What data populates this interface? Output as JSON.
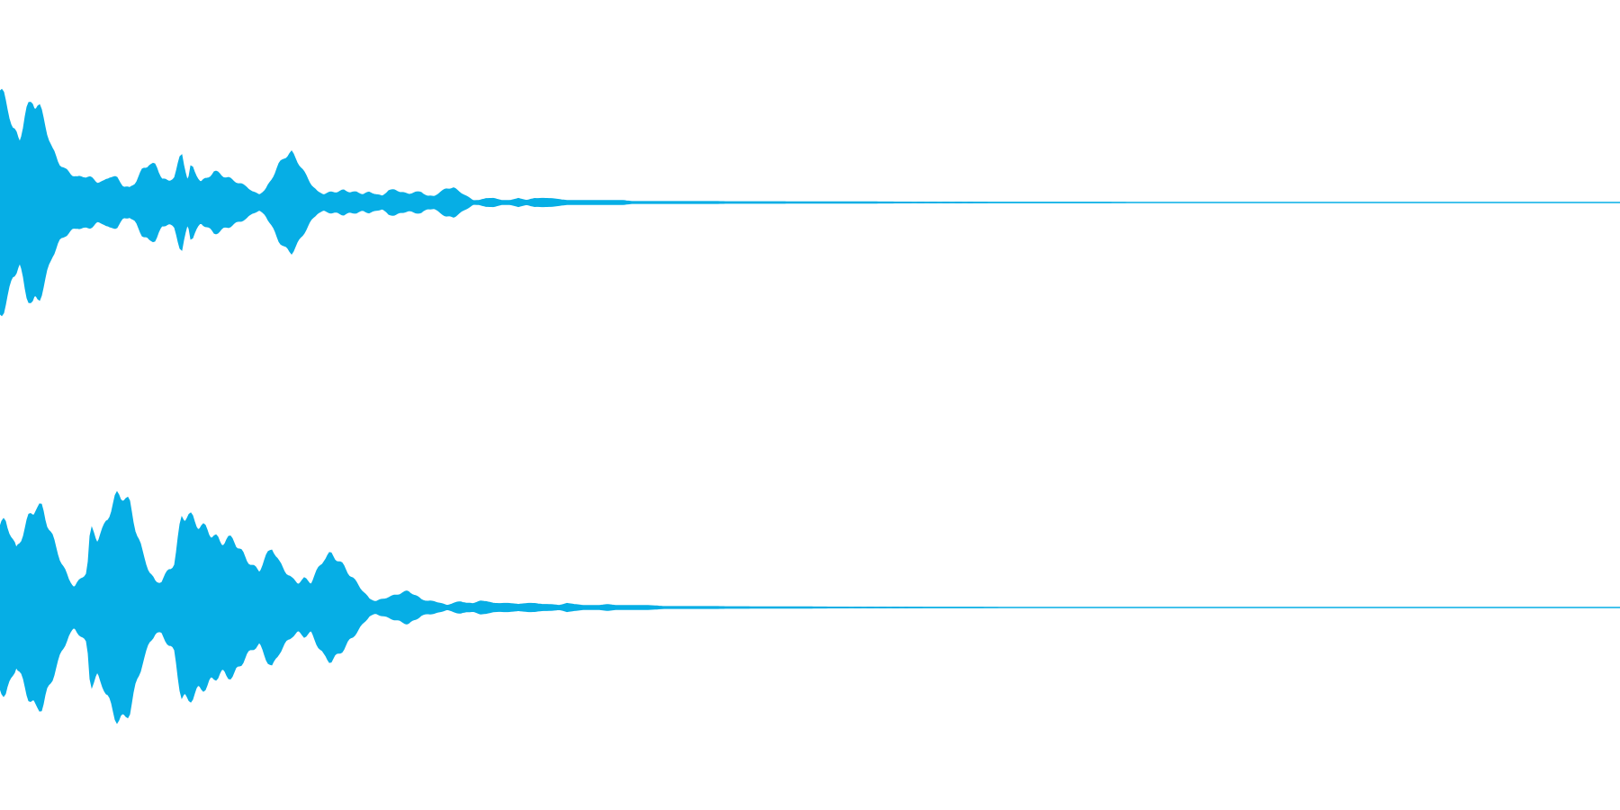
{
  "waveform": {
    "color": "#06aee5",
    "background": "#ffffff",
    "duration_fraction_visible": 1.0,
    "channels": [
      {
        "name": "",
        "envelope": [
          [
            0.0,
            0.55
          ],
          [
            0.002,
            0.52
          ],
          [
            0.005,
            0.46
          ],
          [
            0.008,
            0.36
          ],
          [
            0.012,
            0.3
          ],
          [
            0.016,
            0.44
          ],
          [
            0.02,
            0.5
          ],
          [
            0.024,
            0.47
          ],
          [
            0.028,
            0.38
          ],
          [
            0.032,
            0.26
          ],
          [
            0.036,
            0.2
          ],
          [
            0.04,
            0.16
          ],
          [
            0.044,
            0.14
          ],
          [
            0.048,
            0.12
          ],
          [
            0.052,
            0.13
          ],
          [
            0.056,
            0.12
          ],
          [
            0.06,
            0.1
          ],
          [
            0.064,
            0.1
          ],
          [
            0.068,
            0.13
          ],
          [
            0.072,
            0.12
          ],
          [
            0.076,
            0.08
          ],
          [
            0.08,
            0.07
          ],
          [
            0.084,
            0.1
          ],
          [
            0.088,
            0.16
          ],
          [
            0.092,
            0.19
          ],
          [
            0.096,
            0.18
          ],
          [
            0.1,
            0.12
          ],
          [
            0.104,
            0.1
          ],
          [
            0.108,
            0.13
          ],
          [
            0.112,
            0.24
          ],
          [
            0.116,
            0.1
          ],
          [
            0.118,
            0.18
          ],
          [
            0.12,
            0.15
          ],
          [
            0.124,
            0.1
          ],
          [
            0.128,
            0.12
          ],
          [
            0.132,
            0.15
          ],
          [
            0.136,
            0.14
          ],
          [
            0.14,
            0.12
          ],
          [
            0.144,
            0.11
          ],
          [
            0.148,
            0.09
          ],
          [
            0.152,
            0.08
          ],
          [
            0.156,
            0.05
          ],
          [
            0.16,
            0.04
          ],
          [
            0.164,
            0.06
          ],
          [
            0.168,
            0.12
          ],
          [
            0.172,
            0.18
          ],
          [
            0.176,
            0.23
          ],
          [
            0.18,
            0.24
          ],
          [
            0.184,
            0.2
          ],
          [
            0.188,
            0.14
          ],
          [
            0.192,
            0.09
          ],
          [
            0.196,
            0.05
          ],
          [
            0.2,
            0.04
          ],
          [
            0.204,
            0.05
          ],
          [
            0.208,
            0.05
          ],
          [
            0.212,
            0.06
          ],
          [
            0.216,
            0.05
          ],
          [
            0.22,
            0.05
          ],
          [
            0.224,
            0.04
          ],
          [
            0.228,
            0.05
          ],
          [
            0.232,
            0.04
          ],
          [
            0.236,
            0.03
          ],
          [
            0.24,
            0.06
          ],
          [
            0.244,
            0.06
          ],
          [
            0.248,
            0.05
          ],
          [
            0.252,
            0.04
          ],
          [
            0.256,
            0.05
          ],
          [
            0.26,
            0.05
          ],
          [
            0.264,
            0.03
          ],
          [
            0.268,
            0.03
          ],
          [
            0.272,
            0.05
          ],
          [
            0.276,
            0.07
          ],
          [
            0.28,
            0.07
          ],
          [
            0.284,
            0.05
          ],
          [
            0.288,
            0.03
          ],
          [
            0.292,
            0.01
          ],
          [
            0.296,
            0.01
          ],
          [
            0.3,
            0.02
          ],
          [
            0.305,
            0.02
          ],
          [
            0.31,
            0.01
          ],
          [
            0.315,
            0.01
          ],
          [
            0.32,
            0.02
          ],
          [
            0.325,
            0.01
          ],
          [
            0.33,
            0.02
          ],
          [
            0.335,
            0.02
          ],
          [
            0.34,
            0.02
          ],
          [
            0.345,
            0.015
          ],
          [
            0.35,
            0.01
          ],
          [
            0.355,
            0.01
          ],
          [
            0.36,
            0.01
          ],
          [
            0.365,
            0.01
          ],
          [
            0.37,
            0.01
          ],
          [
            0.375,
            0.01
          ],
          [
            0.38,
            0.01
          ],
          [
            0.385,
            0.01
          ],
          [
            0.39,
            0.005
          ],
          [
            0.395,
            0.005
          ],
          [
            0.4,
            0.005
          ],
          [
            0.41,
            0.005
          ],
          [
            0.42,
            0.005
          ],
          [
            0.43,
            0.005
          ],
          [
            0.44,
            0.005
          ],
          [
            0.45,
            0.004
          ],
          [
            0.46,
            0.004
          ],
          [
            0.47,
            0.004
          ],
          [
            0.48,
            0.004
          ],
          [
            0.5,
            0.003
          ],
          [
            0.52,
            0.003
          ],
          [
            0.54,
            0.003
          ],
          [
            0.56,
            0.002
          ],
          [
            0.58,
            0.002
          ],
          [
            0.6,
            0.002
          ],
          [
            0.62,
            0.001
          ],
          [
            0.64,
            0.001
          ],
          [
            0.66,
            0.001
          ],
          [
            0.68,
            0.001
          ],
          [
            0.7,
            0.0
          ],
          [
            1.0,
            0.0
          ]
        ]
      },
      {
        "name": "",
        "envelope": [
          [
            0.0,
            0.4
          ],
          [
            0.003,
            0.42
          ],
          [
            0.006,
            0.38
          ],
          [
            0.01,
            0.28
          ],
          [
            0.014,
            0.36
          ],
          [
            0.018,
            0.44
          ],
          [
            0.022,
            0.5
          ],
          [
            0.026,
            0.48
          ],
          [
            0.03,
            0.4
          ],
          [
            0.034,
            0.3
          ],
          [
            0.038,
            0.22
          ],
          [
            0.042,
            0.14
          ],
          [
            0.046,
            0.1
          ],
          [
            0.05,
            0.14
          ],
          [
            0.054,
            0.18
          ],
          [
            0.056,
            0.38
          ],
          [
            0.06,
            0.34
          ],
          [
            0.064,
            0.38
          ],
          [
            0.068,
            0.48
          ],
          [
            0.072,
            0.54
          ],
          [
            0.076,
            0.56
          ],
          [
            0.08,
            0.5
          ],
          [
            0.084,
            0.38
          ],
          [
            0.088,
            0.26
          ],
          [
            0.092,
            0.18
          ],
          [
            0.096,
            0.12
          ],
          [
            0.1,
            0.13
          ],
          [
            0.104,
            0.18
          ],
          [
            0.108,
            0.22
          ],
          [
            0.112,
            0.44
          ],
          [
            0.116,
            0.46
          ],
          [
            0.12,
            0.42
          ],
          [
            0.124,
            0.4
          ],
          [
            0.128,
            0.38
          ],
          [
            0.132,
            0.35
          ],
          [
            0.136,
            0.32
          ],
          [
            0.14,
            0.33
          ],
          [
            0.144,
            0.34
          ],
          [
            0.148,
            0.28
          ],
          [
            0.152,
            0.24
          ],
          [
            0.156,
            0.2
          ],
          [
            0.16,
            0.18
          ],
          [
            0.164,
            0.24
          ],
          [
            0.168,
            0.3
          ],
          [
            0.172,
            0.22
          ],
          [
            0.176,
            0.18
          ],
          [
            0.18,
            0.14
          ],
          [
            0.184,
            0.12
          ],
          [
            0.188,
            0.14
          ],
          [
            0.192,
            0.12
          ],
          [
            0.196,
            0.18
          ],
          [
            0.2,
            0.24
          ],
          [
            0.204,
            0.26
          ],
          [
            0.208,
            0.24
          ],
          [
            0.212,
            0.2
          ],
          [
            0.216,
            0.16
          ],
          [
            0.22,
            0.12
          ],
          [
            0.224,
            0.08
          ],
          [
            0.228,
            0.04
          ],
          [
            0.232,
            0.03
          ],
          [
            0.236,
            0.04
          ],
          [
            0.24,
            0.05
          ],
          [
            0.244,
            0.06
          ],
          [
            0.248,
            0.07
          ],
          [
            0.252,
            0.08
          ],
          [
            0.256,
            0.06
          ],
          [
            0.26,
            0.04
          ],
          [
            0.264,
            0.03
          ],
          [
            0.268,
            0.03
          ],
          [
            0.272,
            0.02
          ],
          [
            0.276,
            0.01
          ],
          [
            0.28,
            0.02
          ],
          [
            0.284,
            0.03
          ],
          [
            0.288,
            0.02
          ],
          [
            0.292,
            0.02
          ],
          [
            0.296,
            0.03
          ],
          [
            0.3,
            0.03
          ],
          [
            0.305,
            0.02
          ],
          [
            0.31,
            0.02
          ],
          [
            0.315,
            0.02
          ],
          [
            0.32,
            0.015
          ],
          [
            0.325,
            0.02
          ],
          [
            0.33,
            0.02
          ],
          [
            0.335,
            0.015
          ],
          [
            0.34,
            0.015
          ],
          [
            0.345,
            0.01
          ],
          [
            0.35,
            0.02
          ],
          [
            0.355,
            0.015
          ],
          [
            0.36,
            0.01
          ],
          [
            0.365,
            0.01
          ],
          [
            0.37,
            0.01
          ],
          [
            0.375,
            0.015
          ],
          [
            0.38,
            0.01
          ],
          [
            0.385,
            0.01
          ],
          [
            0.39,
            0.01
          ],
          [
            0.395,
            0.01
          ],
          [
            0.4,
            0.01
          ],
          [
            0.41,
            0.005
          ],
          [
            0.42,
            0.005
          ],
          [
            0.43,
            0.005
          ],
          [
            0.44,
            0.005
          ],
          [
            0.45,
            0.004
          ],
          [
            0.46,
            0.004
          ],
          [
            0.48,
            0.003
          ],
          [
            0.5,
            0.003
          ],
          [
            0.52,
            0.002
          ],
          [
            0.54,
            0.002
          ],
          [
            0.56,
            0.002
          ],
          [
            0.58,
            0.001
          ],
          [
            0.6,
            0.001
          ],
          [
            0.62,
            0.0
          ],
          [
            1.0,
            0.0
          ]
        ]
      }
    ]
  }
}
